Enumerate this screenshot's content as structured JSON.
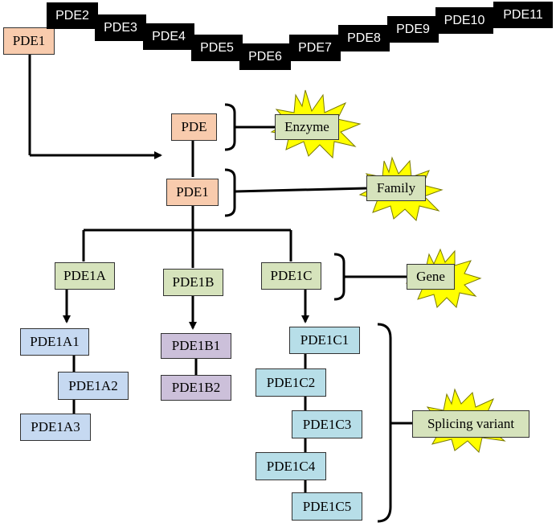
{
  "top_row": {
    "first": "PDE1",
    "others": [
      "PDE2",
      "PDE3",
      "PDE4",
      "PDE5",
      "PDE6",
      "PDE7",
      "PDE8",
      "PDE9",
      "PDE10",
      "PDE11"
    ]
  },
  "hierarchy": {
    "enzyme_node": "PDE",
    "family_node": "PDE1",
    "genes": [
      "PDE1A",
      "PDE1B",
      "PDE1C"
    ],
    "variants_a": [
      "PDE1A1",
      "PDE1A2",
      "PDE1A3"
    ],
    "variants_b": [
      "PDE1B1",
      "PDE1B2"
    ],
    "variants_c": [
      "PDE1C1",
      "PDE1C2",
      "PDE1C3",
      "PDE1C4",
      "PDE1C5"
    ]
  },
  "levels": {
    "enzyme": "Enzyme",
    "family": "Family",
    "gene": "Gene",
    "splicing": "Splicing variant"
  },
  "colors": {
    "dark_box": "#000000",
    "orange_box": "#f8cbad",
    "green_box": "#d6e3bc",
    "blue_box": "#c6d9f1",
    "purple_box": "#ccc0da",
    "cyan_box": "#b7dee8",
    "starburst": "#ffff00"
  }
}
